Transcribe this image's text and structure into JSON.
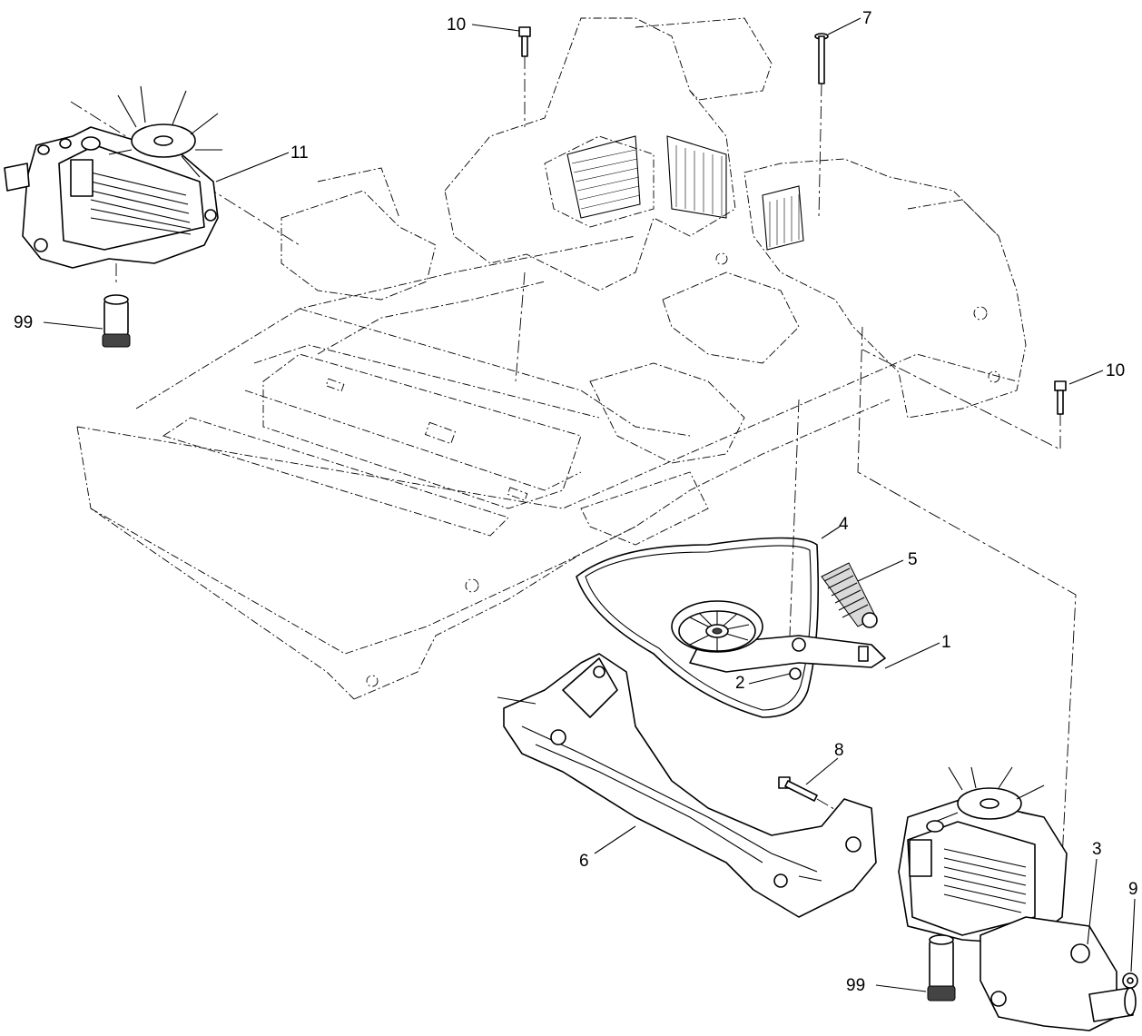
{
  "callouts": [
    {
      "id": "c10a",
      "label": "10"
    },
    {
      "id": "c7",
      "label": "7"
    },
    {
      "id": "c11",
      "label": "11"
    },
    {
      "id": "c99a",
      "label": "99"
    },
    {
      "id": "c10b",
      "label": "10"
    },
    {
      "id": "c4",
      "label": "4"
    },
    {
      "id": "c5",
      "label": "5"
    },
    {
      "id": "c1",
      "label": "1"
    },
    {
      "id": "c2",
      "label": "2"
    },
    {
      "id": "c8",
      "label": "8"
    },
    {
      "id": "c6",
      "label": "6"
    },
    {
      "id": "c3",
      "label": "3"
    },
    {
      "id": "c9",
      "label": "9"
    },
    {
      "id": "c99b",
      "label": "99"
    }
  ]
}
